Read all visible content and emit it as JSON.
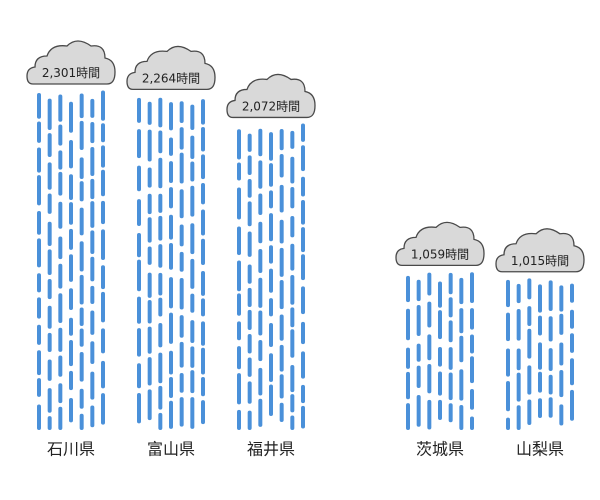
{
  "chart_data": {
    "type": "bar",
    "title": "",
    "xlabel": "",
    "ylabel": "",
    "unit": "時間",
    "categories": [
      "石川県",
      "富山県",
      "福井県",
      "茨城県",
      "山梨県"
    ],
    "values": [
      2301,
      2264,
      2072,
      1059,
      1015
    ],
    "value_labels": [
      "2,301時間",
      "2,264時間",
      "2,072時間",
      "1,059時間",
      "1,015時間"
    ],
    "ylim": [
      0,
      2301
    ]
  },
  "colors": {
    "rain": "#4a90d9",
    "cloud_fill": "#d9d9d9",
    "cloud_stroke": "#4a4a4a",
    "text": "#222222",
    "background": "#ffffff"
  },
  "icons": {
    "cloud": "cloud-icon",
    "rain": "rain-drop"
  }
}
